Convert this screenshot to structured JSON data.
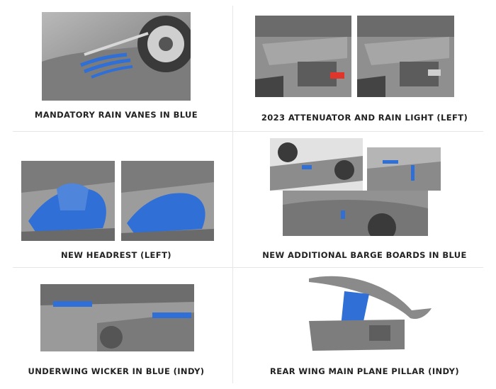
{
  "captions": {
    "rain_vanes": "MANDATORY RAIN VANES IN BLUE",
    "attenuator": "2023 ATTENUATOR AND RAIN LIGHT (LEFT)",
    "headrest": "NEW HEADREST (LEFT)",
    "barge_boards": "NEW ADDITIONAL BARGE BOARDS IN BLUE",
    "underwing": "UNDERWING WICKER IN BLUE (INDY)",
    "rear_wing": "REAR WING MAIN PLANE PILLAR (INDY)"
  },
  "colors": {
    "highlight_blue": "#2f6fd6",
    "rain_light_red": "#e0352b",
    "carbon_grey": "#8e8e8e",
    "divider": "#e6e6e6"
  }
}
